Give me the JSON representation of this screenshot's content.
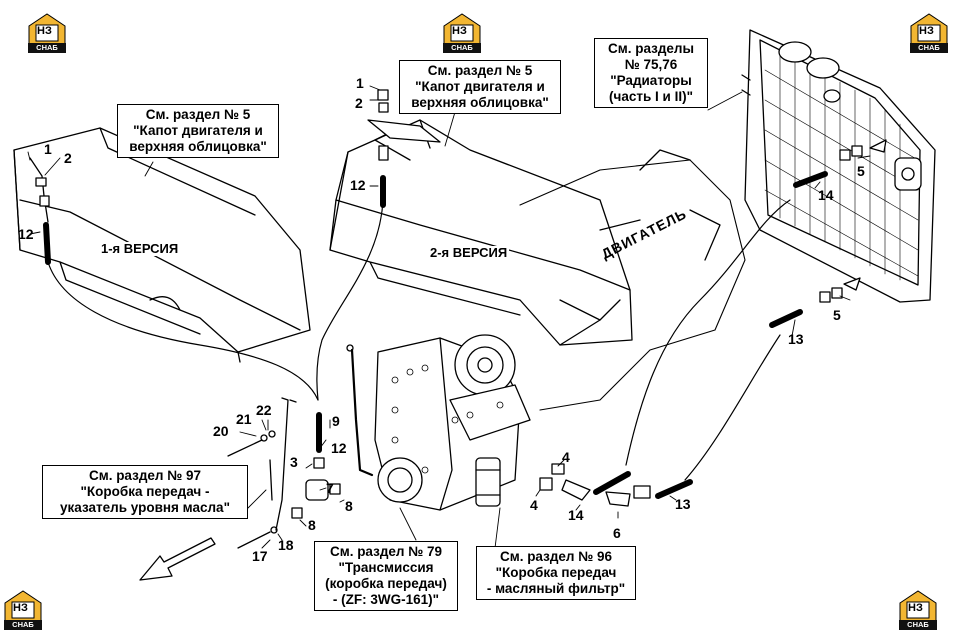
{
  "logo": {
    "mark": "НЗ",
    "sub": "СНАБ"
  },
  "callouts": {
    "hood_left": [
      "См. раздел № 5",
      "\"Капот двигателя и",
      "верхняя облицовка\""
    ],
    "hood_right": [
      "См. раздел № 5",
      "\"Капот двигателя и",
      "верхняя облицовка\""
    ],
    "radiators": [
      "См. разделы",
      "№ 75,76",
      "\"Радиаторы",
      "(часть I и II)\""
    ],
    "gearbox_level": [
      "См. раздел № 97",
      "\"Коробка передач -",
      "указатель уровня масла\""
    ],
    "transmission": [
      "См. раздел № 79",
      "\"Трансмиссия",
      "(коробка передач)",
      "- (ZF: 3WG-161)\""
    ],
    "oil_filter": [
      "См. раздел № 96",
      "\"Коробка передач",
      "- масляный фильтр\""
    ]
  },
  "versions": {
    "v1": "1-я ВЕРСИЯ",
    "v2": "2-я ВЕРСИЯ"
  },
  "engine_label": "ДВИГАТЕЛЬ",
  "part_numbers": {
    "p1a": "1",
    "p2a": "2",
    "p12a": "12",
    "p1b": "1",
    "p2b": "2",
    "p12b": "12",
    "p14a": "14",
    "p5a": "5",
    "p5b": "5",
    "p13a": "13",
    "p20": "20",
    "p21": "21",
    "p22": "22",
    "p9": "9",
    "p12c": "12",
    "p3": "3",
    "p7": "7",
    "p8a": "8",
    "p8b": "8",
    "p17": "17",
    "p18": "18",
    "p4a": "4",
    "p4b": "4",
    "p14b": "14",
    "p6": "6",
    "p13b": "13"
  }
}
